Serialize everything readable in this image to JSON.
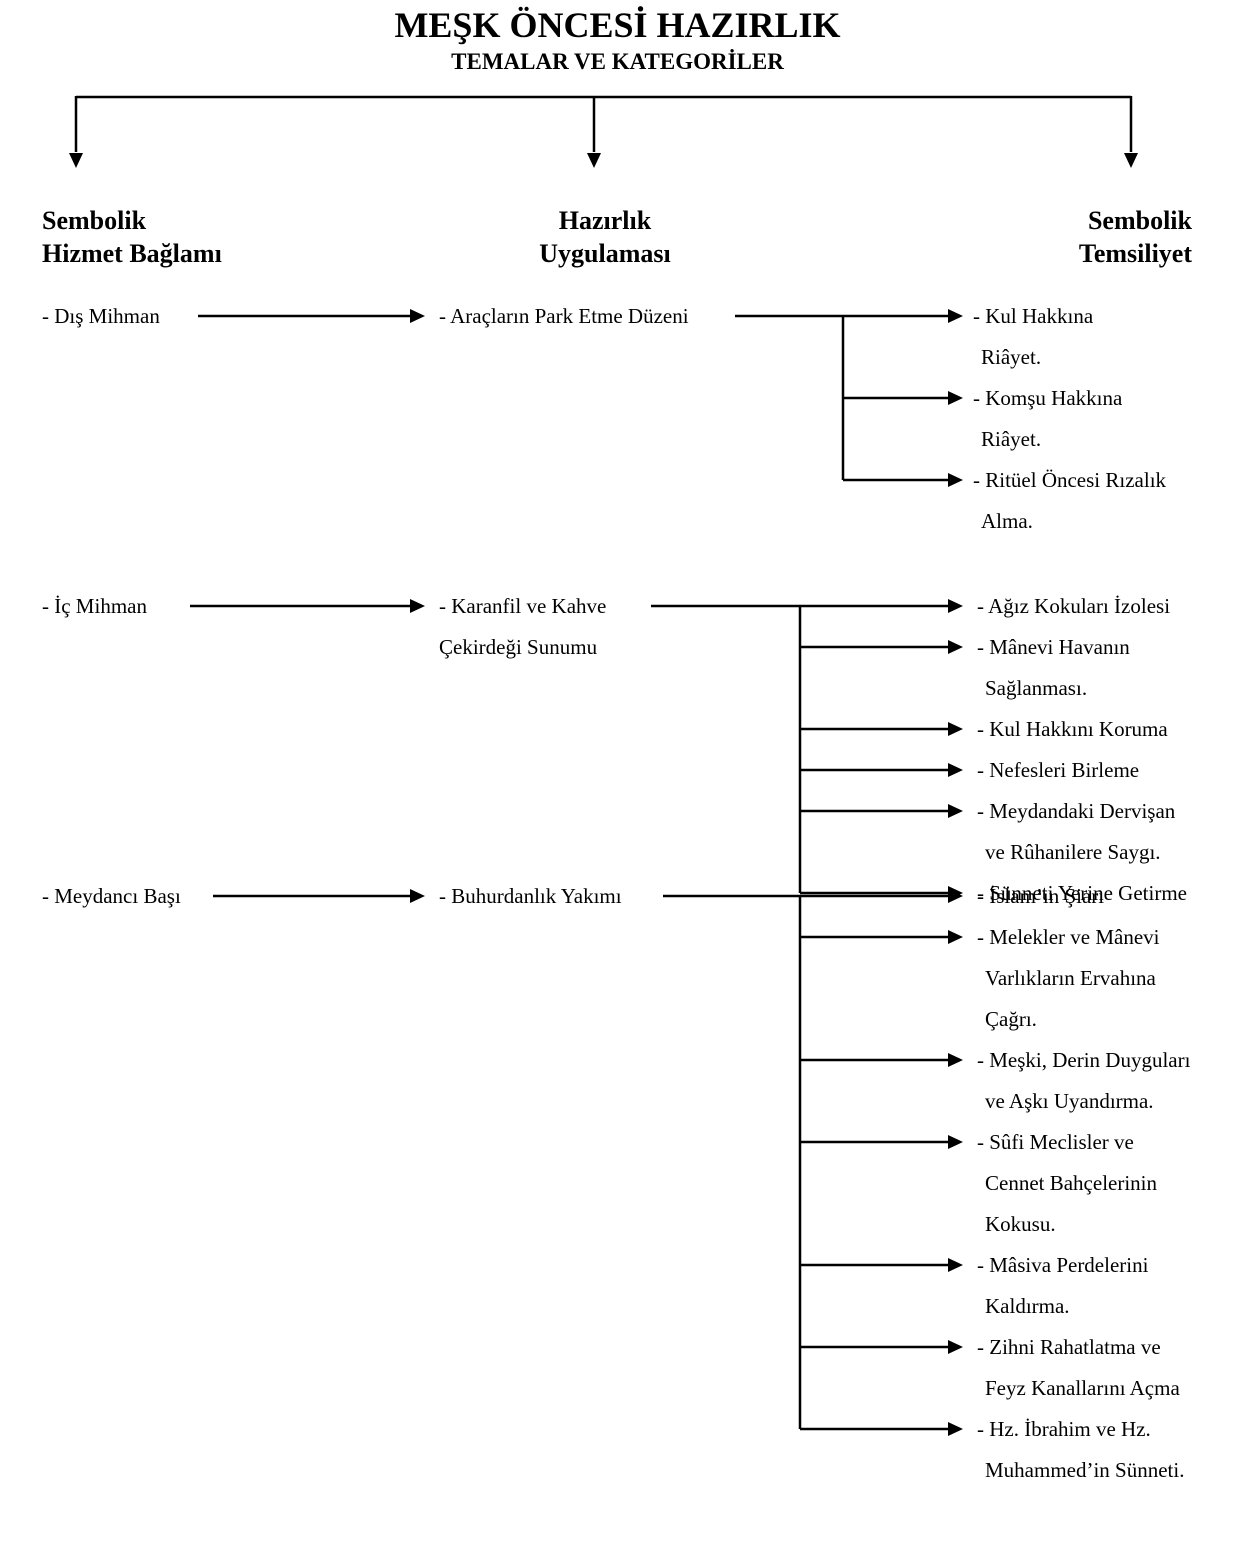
{
  "title": "MEŞK ÖNCESİ HAZIRLIK",
  "subtitle": "TEMALAR VE KATEGORİLER",
  "columns": [
    {
      "line1": "Sembolik",
      "line2": "Hizmet Bağlamı"
    },
    {
      "line1": "Hazırlık",
      "line2": "Uygulaması"
    },
    {
      "line1": "Sembolik",
      "line2": "Temsiliyet"
    }
  ],
  "groups": [
    {
      "context": "- Dış Mihman",
      "practice": [
        "- Araçların Park Etme Düzeni"
      ],
      "representations": [
        [
          "- Kul Hakkına",
          "Riâyet."
        ],
        [
          "- Komşu Hakkına",
          "Riâyet."
        ],
        [
          "- Ritüel Öncesi Rızalık",
          "Alma."
        ]
      ]
    },
    {
      "context": "- İç Mihman",
      "practice": [
        "- Karanfil ve Kahve",
        "Çekirdeği Sunumu"
      ],
      "representations": [
        [
          "- Ağız Kokuları İzolesi"
        ],
        [
          "- Mânevi Havanın",
          "Sağlanması."
        ],
        [
          "- Kul Hakkını Koruma"
        ],
        [
          "- Nefesleri Birleme"
        ],
        [
          "- Meydandaki Dervişan",
          "ve Rûhanilere Saygı."
        ],
        [
          "- Sünneti Yerine Getirme"
        ]
      ]
    },
    {
      "context": "- Meydancı Başı",
      "practice": [
        "- Buhurdanlık Yakımı"
      ],
      "representations": [
        [
          "- İslam’ın Şiarı"
        ],
        [
          "- Melekler ve Mânevi",
          "Varlıkların Ervahına",
          "Çağrı."
        ],
        [
          "- Meşki, Derin Duyguları",
          "ve Aşkı Uyandırma."
        ],
        [
          "- Sûfi Meclisler ve",
          "Cennet Bahçelerinin",
          "Kokusu."
        ],
        [
          "- Mâsiva Perdelerini",
          "Kaldırma."
        ],
        [
          "- Zihni Rahatlatma ve",
          "Feyz Kanallarını Açma"
        ],
        [
          "- Hz. İbrahim ve Hz.",
          "Muhammed’in Sünneti."
        ]
      ]
    }
  ]
}
